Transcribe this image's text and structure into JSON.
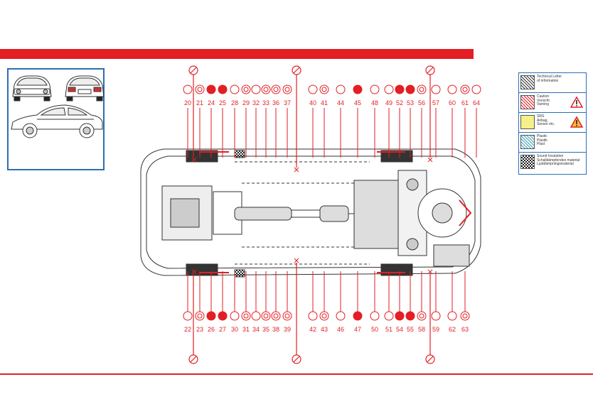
{
  "colors": {
    "accent": "#e31e24",
    "frame": "#2a6fb5",
    "drawing": "#333333"
  },
  "callouts_top": [
    "20",
    "21",
    "24",
    "25",
    "28",
    "29",
    "32",
    "33",
    "36",
    "37",
    "40",
    "41",
    "44",
    "45",
    "48",
    "49",
    "52",
    "53",
    "56",
    "57",
    "60",
    "61",
    "64"
  ],
  "callouts_bottom": [
    "22",
    "23",
    "26",
    "27",
    "30",
    "31",
    "34",
    "35",
    "38",
    "39",
    "42",
    "43",
    "46",
    "47",
    "50",
    "51",
    "54",
    "55",
    "58",
    "59",
    "62",
    "63"
  ],
  "legend": {
    "items": [
      {
        "name": "technical-letter",
        "lines": [
          "Technical Letter",
          "of information"
        ],
        "icon": "hatch-icon"
      },
      {
        "name": "caution",
        "lines": [
          "Caution",
          "Vorsicht",
          "Varning"
        ],
        "icon": "caution-icon"
      },
      {
        "name": "srs",
        "lines": [
          "SRS",
          "Airbag,",
          "Sensor etc."
        ],
        "icon": "srs-icon"
      },
      {
        "name": "plastic",
        "lines": [
          "Plastic",
          "Plastik",
          "Plast"
        ],
        "icon": "plastic-icon"
      },
      {
        "name": "sound-insulation",
        "lines": [
          "Sound Insulation",
          "Schalldämpfendes material",
          "Ljuddämpningsmaterial"
        ],
        "icon": "insulation-icon"
      }
    ]
  }
}
